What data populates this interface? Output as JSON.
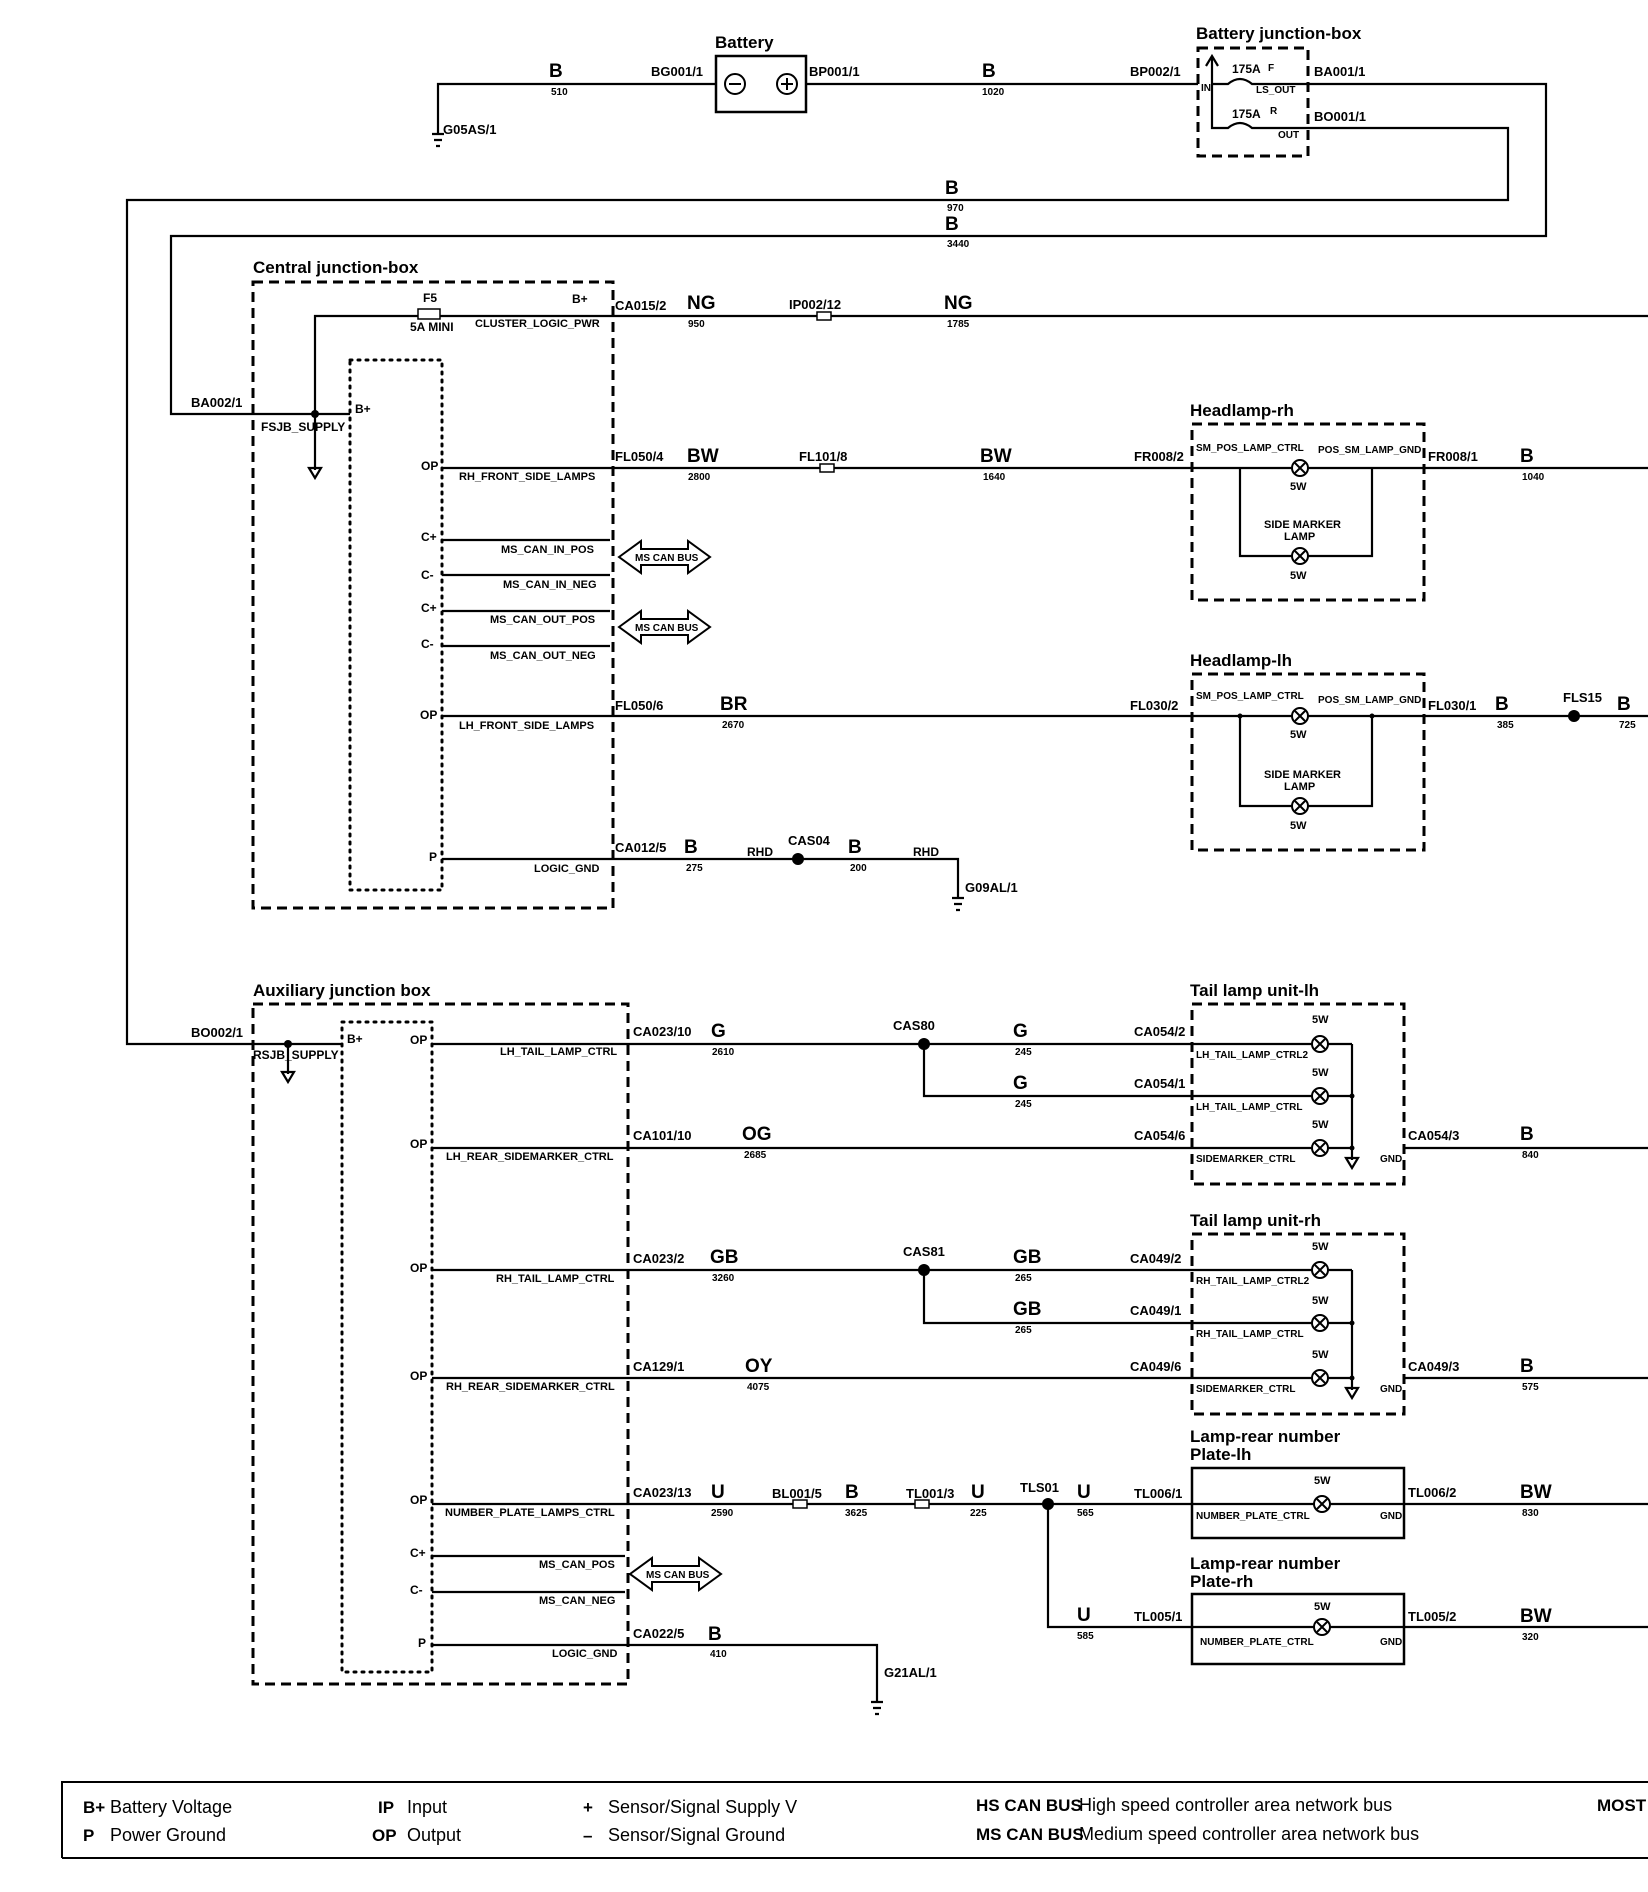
{
  "battery": {
    "title": "Battery"
  },
  "battery_junction_box": {
    "title": "Battery junction-box",
    "fuse1": "175A",
    "fuse1_code": "F",
    "fuse1_pin": "LS_OUT",
    "fuse2": "175A",
    "fuse2_code": "R",
    "fuse2_pin": "OUT",
    "in_pin": "IN"
  },
  "central_junction_box": {
    "title": "Central junction-box",
    "fuse": "F5",
    "fuse_rating": "5A MINI",
    "supply_pin": "FSJB_SUPPLY",
    "pins": [
      "B+",
      "CLUSTER_LOGIC_PWR",
      "RH_FRONT_SIDE_LAMPS",
      "MS_CAN_IN_POS",
      "MS_CAN_IN_NEG",
      "MS_CAN_OUT_POS",
      "MS_CAN_OUT_NEG",
      "LH_FRONT_SIDE_LAMPS",
      "LOGIC_GND"
    ],
    "pin_types": [
      "B+",
      "OP",
      "C+",
      "C-",
      "C+",
      "C-",
      "OP",
      "P"
    ]
  },
  "auxiliary_junction_box": {
    "title": "Auxiliary junction box",
    "supply_pin": "RSJB_SUPPLY",
    "pins": [
      "LH_TAIL_LAMP_CTRL",
      "LH_REAR_SIDEMARKER_CTRL",
      "RH_TAIL_LAMP_CTRL",
      "RH_REAR_SIDEMARKER_CTRL",
      "NUMBER_PLATE_LAMPS_CTRL",
      "MS_CAN_POS",
      "MS_CAN_NEG",
      "LOGIC_GND"
    ],
    "pin_types": [
      "B+",
      "OP",
      "OP",
      "OP",
      "OP",
      "OP",
      "C+",
      "C-",
      "P"
    ]
  },
  "can_bus_label": "MS CAN BUS",
  "headlamp_rh": {
    "title": "Headlamp-rh",
    "pin_in": "SM_POS_LAMP_CTRL",
    "pin_out": "POS_SM_LAMP_GND",
    "side_marker": "SIDE MARKER",
    "lamp": "LAMP",
    "watt": "5W"
  },
  "headlamp_lh": {
    "title": "Headlamp-lh",
    "pin_in": "SM_POS_LAMP_CTRL",
    "pin_out": "POS_SM_LAMP_GND",
    "side_marker": "SIDE MARKER",
    "lamp": "LAMP",
    "watt": "5W"
  },
  "tail_lh": {
    "title": "Tail lamp unit-lh",
    "pins": [
      "LH_TAIL_LAMP_CTRL2",
      "LH_TAIL_LAMP_CTRL",
      "SIDEMARKER_CTRL"
    ],
    "gnd": "GND",
    "watt": "5W"
  },
  "tail_rh": {
    "title": "Tail lamp unit-rh",
    "pins": [
      "RH_TAIL_LAMP_CTRL2",
      "RH_TAIL_LAMP_CTRL",
      "SIDEMARKER_CTRL"
    ],
    "gnd": "GND",
    "watt": "5W"
  },
  "plate_lh": {
    "title1": "Lamp-rear number",
    "title2": "Plate-lh",
    "pin": "NUMBER_PLATE_CTRL",
    "gnd": "GND",
    "watt": "5W"
  },
  "plate_rh": {
    "title1": "Lamp-rear number",
    "title2": "Plate-rh",
    "pin": "NUMBER_PLATE_CTRL",
    "gnd": "GND",
    "watt": "5W"
  },
  "connectors": {
    "G05AS": "G05AS/1",
    "BG001": "BG001/1",
    "BP001": "BP001/1",
    "BP002": "BP002/1",
    "BA001": "BA001/1",
    "BO001": "BO001/1",
    "BA002": "BA002/1",
    "BO002": "BO002/1",
    "CA015": "CA015/2",
    "IP002": "IP002/12",
    "FL050_4": "FL050/4",
    "FL101": "FL101/8",
    "FR008_2": "FR008/2",
    "FR008_1": "FR008/1",
    "FL050_6": "FL050/6",
    "FL030_2": "FL030/2",
    "FL030_1": "FL030/1",
    "FLS15": "FLS15",
    "CA012": "CA012/5",
    "CAS04": "CAS04",
    "G09AL": "G09AL/1",
    "CA023_10": "CA023/10",
    "CAS80": "CAS80",
    "CA054_2": "CA054/2",
    "CA054_1": "CA054/1",
    "CA101": "CA101/10",
    "CA054_6": "CA054/6",
    "CA054_3": "CA054/3",
    "CA023_2": "CA023/2",
    "CAS81": "CAS81",
    "CA049_2": "CA049/2",
    "CA049_1": "CA049/1",
    "CA129": "CA129/1",
    "CA049_6": "CA049/6",
    "CA049_3": "CA049/3",
    "CA023_13": "CA023/13",
    "BL001": "BL001/5",
    "TL001": "TL001/3",
    "TLS01": "TLS01",
    "TL006_1": "TL006/1",
    "TL006_2": "TL006/2",
    "TL005_1": "TL005/1",
    "TL005_2": "TL005/2",
    "CA022": "CA022/5",
    "G21AL": "G21AL/1",
    "RHD": "RHD"
  },
  "wires": {
    "w510": [
      "B",
      "510"
    ],
    "w1020": [
      "B",
      "1020"
    ],
    "w970": [
      "B",
      "970"
    ],
    "w3440": [
      "B",
      "3440"
    ],
    "w950": [
      "NG",
      "950"
    ],
    "w1785": [
      "NG",
      "1785"
    ],
    "w2800": [
      "BW",
      "2800"
    ],
    "w1640": [
      "BW",
      "1640"
    ],
    "w1040": [
      "B",
      "1040"
    ],
    "w2670": [
      "BR",
      "2670"
    ],
    "w385": [
      "B",
      "385"
    ],
    "w725": [
      "B",
      "725"
    ],
    "w275": [
      "B",
      "275"
    ],
    "w200": [
      "B",
      "200"
    ],
    "w2610": [
      "G",
      "2610"
    ],
    "w245a": [
      "G",
      "245"
    ],
    "w245b": [
      "G",
      "245"
    ],
    "w2685": [
      "OG",
      "2685"
    ],
    "w840": [
      "B",
      "840"
    ],
    "w3260": [
      "GB",
      "3260"
    ],
    "w265a": [
      "GB",
      "265"
    ],
    "w265b": [
      "GB",
      "265"
    ],
    "w4075": [
      "OY",
      "4075"
    ],
    "w575": [
      "B",
      "575"
    ],
    "w2590": [
      "U",
      "2590"
    ],
    "w3625": [
      "B",
      "3625"
    ],
    "w225": [
      "U",
      "225"
    ],
    "w565": [
      "U",
      "565"
    ],
    "w585": [
      "U",
      "585"
    ],
    "w830": [
      "BW",
      "830"
    ],
    "w320": [
      "BW",
      "320"
    ],
    "w410": [
      "B",
      "410"
    ]
  },
  "legend": {
    "items": [
      {
        "sym": "B+",
        "text": "Battery Voltage"
      },
      {
        "sym": "P",
        "text": "Power Ground"
      },
      {
        "sym": "IP",
        "text": "Input"
      },
      {
        "sym": "OP",
        "text": "Output"
      },
      {
        "sym": "+",
        "text": "Sensor/Signal Supply V"
      },
      {
        "sym": "–",
        "text": "Sensor/Signal Ground"
      },
      {
        "sym": "HS CAN BUS",
        "text": "High speed controller area network bus"
      },
      {
        "sym": "MS CAN BUS",
        "text": "Medium speed controller area network bus"
      },
      {
        "sym": "MOST",
        "text": ""
      }
    ]
  }
}
